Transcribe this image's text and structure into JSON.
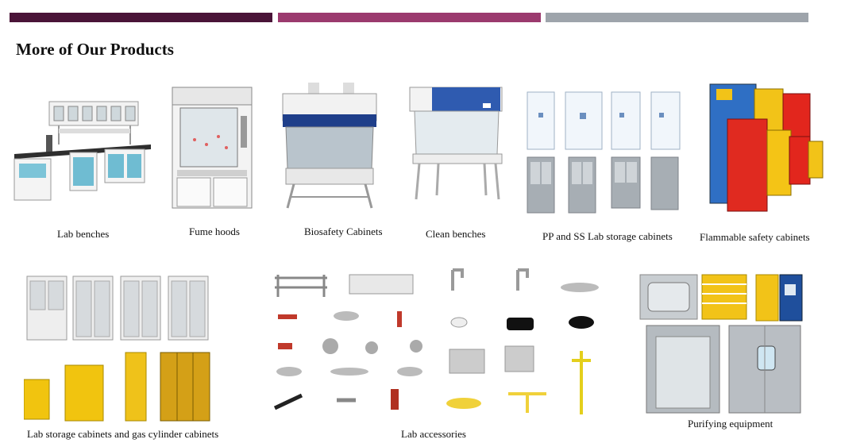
{
  "colors": {
    "bar1": "#4a1438",
    "bar2": "#9b3a6e",
    "bar3": "#9ea4ab"
  },
  "page": {
    "heading": "More of Our Products"
  },
  "products": {
    "lab_benches": "Lab benches",
    "fume_hoods": "Fume hoods",
    "biosafety": "Biosafety Cabinets",
    "clean_benches": "Clean benches",
    "pp_ss": "PP and SS Lab storage cabinets",
    "flammable": "Flammable safety cabinets",
    "storage_gas": "Lab storage cabinets and gas cylinder cabinets",
    "accessories": "Lab accessories",
    "purifying": "Purifying equipment"
  }
}
